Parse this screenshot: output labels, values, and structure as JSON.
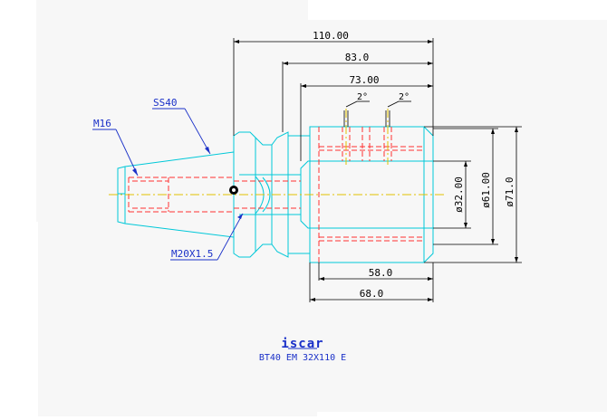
{
  "drawing": {
    "dimensions": {
      "overall_length": "110.00",
      "length_83": "83.0",
      "length_73": "73.00",
      "length_58": "58.0",
      "length_68": "68.0",
      "angle_left": "2°",
      "angle_right": "2°",
      "bore_diameter": "ø32.00",
      "body_diameter": "ø61.00",
      "outer_diameter": "ø71.0"
    },
    "callouts": {
      "taper": "SS40",
      "internal_thread": "M16",
      "pull_stud_thread": "M20X1.5"
    },
    "title_block": {
      "logo_text": "iscar",
      "part_name": "BT40 EM 32X110 E"
    }
  },
  "colors": {
    "background": "#ffffff",
    "page_bg": "#f7f7f7",
    "outline": "#00c8d8",
    "hidden": "#ff3030",
    "centerline": "#e0c000",
    "dimension": "#000000",
    "callout": "#1a30c8"
  }
}
